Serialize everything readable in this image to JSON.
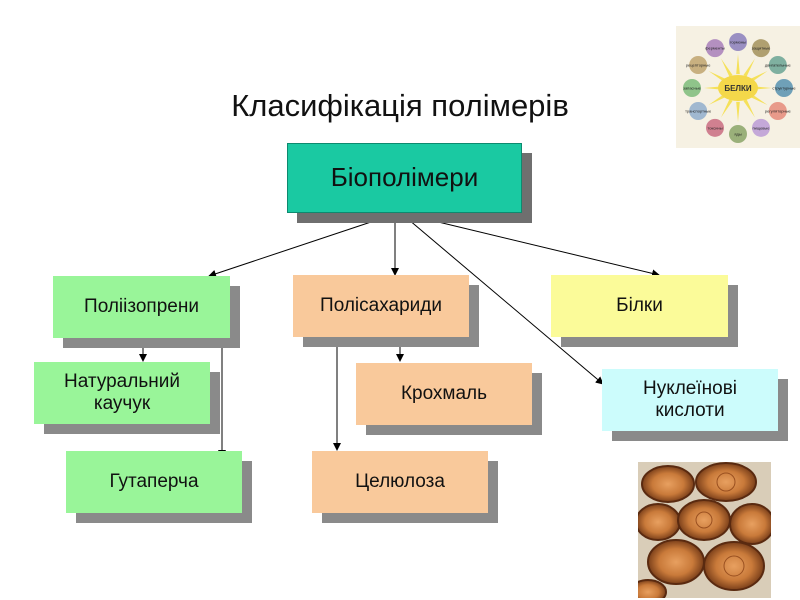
{
  "title": "Класифікація полімерів",
  "root": {
    "label": "Біополімери",
    "color": "#1ac9a2"
  },
  "categories": {
    "polyisoprenes": {
      "label": "Поліізопрени",
      "color": "#99f599"
    },
    "polysaccharides": {
      "label": "Полісахариди",
      "color": "#f9c99b"
    },
    "proteins": {
      "label": "Білки",
      "color": "#fbfb99"
    },
    "nucleic": {
      "label": "Нуклеїнові кислоти",
      "color": "#ccfcfc"
    }
  },
  "items": {
    "natural_rubber": {
      "label": "Натуральний каучук",
      "color": "#99f599"
    },
    "gutta_percha": {
      "label": "Гутаперча",
      "color": "#99f599"
    },
    "starch": {
      "label": "Крохмаль",
      "color": "#f9c99b"
    },
    "cellulose": {
      "label": "Целюлоза",
      "color": "#f9c99b"
    }
  },
  "proteins_image": {
    "center": "БЕЛКИ",
    "labels": [
      "гормоны",
      "защитные",
      "двигательные",
      "структурные",
      "регуляторные",
      "пищевые",
      "яды",
      "токсины",
      "транспортные",
      "запасные",
      "рецепторные",
      "ферменты"
    ]
  }
}
